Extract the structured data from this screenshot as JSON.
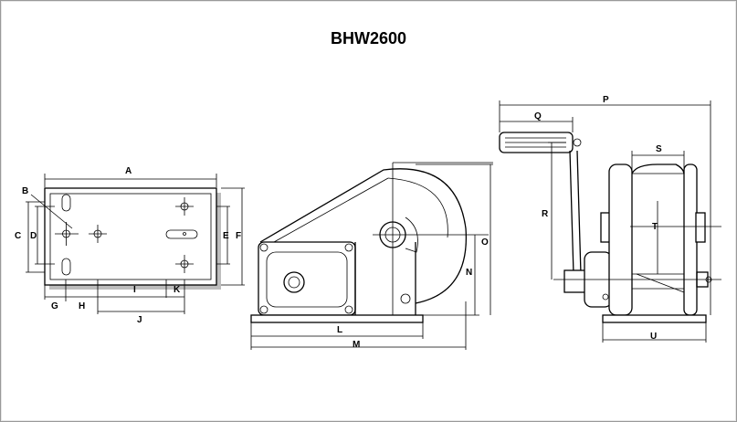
{
  "title": "BHW2600",
  "labels": {
    "A": "A",
    "B": "B",
    "C": "C",
    "D": "D",
    "E": "E",
    "F": "F",
    "G": "G",
    "H": "H",
    "I": "I",
    "J": "J",
    "K": "K",
    "L": "L",
    "M": "M",
    "N": "N",
    "O": "O",
    "P": "P",
    "Q": "Q",
    "R": "R",
    "S": "S",
    "T": "T",
    "U": "U"
  }
}
